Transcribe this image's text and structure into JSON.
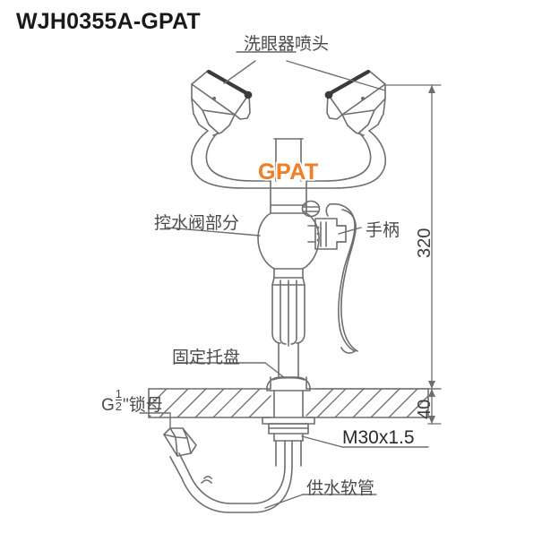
{
  "drawing": {
    "title": "WJH0355A-GPAT",
    "watermark": "GPAT",
    "type": "technical-line-drawing",
    "subject": "Deck mounted eyewash station assembly",
    "line_color": "#6e6e6e",
    "title_color": "#1a1a1a",
    "watermark_color": "#F07F2A",
    "background": "#ffffff"
  },
  "callouts": {
    "spray_head": "洗眼器喷头",
    "valve_section": "控水阀部分",
    "handle": "手柄",
    "mounting_tray": "固定托盘",
    "lock_nut_prefix": "G",
    "lock_nut_num": "1",
    "lock_nut_den": "2",
    "lock_nut_suffix": "\"锁母",
    "thread_spec": "M30x1.5",
    "supply_hose": "供水软管"
  },
  "dimensions": {
    "overall_height": "320",
    "mount_thickness": "40"
  }
}
